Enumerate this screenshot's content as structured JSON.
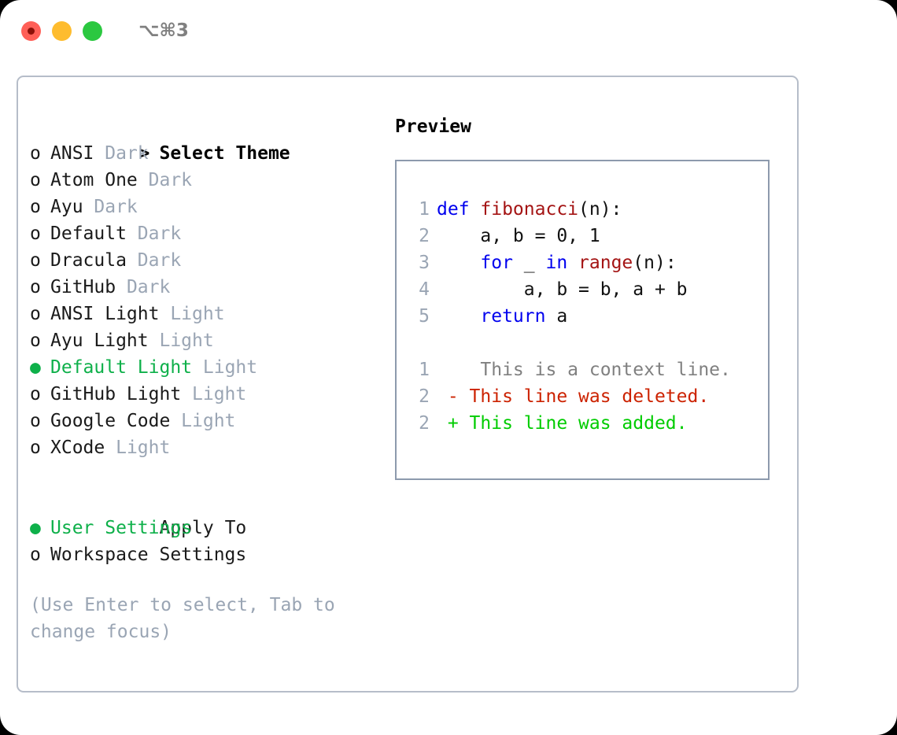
{
  "titlebar": {
    "shortcut": "⌥⌘3",
    "buttons": {
      "close": "close",
      "minimize": "minimize",
      "maximize": "maximize"
    }
  },
  "theme_picker": {
    "heading_marker": ">",
    "heading": "Select Theme",
    "unselected_marker": "o",
    "selected_marker": "●",
    "items": [
      {
        "name": "ANSI",
        "variant": "Dark",
        "selected": false
      },
      {
        "name": "Atom One",
        "variant": "Dark",
        "selected": false
      },
      {
        "name": "Ayu",
        "variant": "Dark",
        "selected": false
      },
      {
        "name": "Default",
        "variant": "Dark",
        "selected": false
      },
      {
        "name": "Dracula",
        "variant": "Dark",
        "selected": false
      },
      {
        "name": "GitHub",
        "variant": "Dark",
        "selected": false
      },
      {
        "name": "ANSI Light",
        "variant": "Light",
        "selected": false
      },
      {
        "name": "Ayu Light",
        "variant": "Light",
        "selected": false
      },
      {
        "name": "Default Light",
        "variant": "Light",
        "selected": true
      },
      {
        "name": "GitHub Light",
        "variant": "Light",
        "selected": false
      },
      {
        "name": "Google Code",
        "variant": "Light",
        "selected": false
      },
      {
        "name": "XCode",
        "variant": "Light",
        "selected": false
      }
    ]
  },
  "apply_to": {
    "heading": "Apply To",
    "items": [
      {
        "name": "User Settings",
        "selected": true
      },
      {
        "name": "Workspace Settings",
        "selected": false
      }
    ]
  },
  "hint": "(Use Enter to select, Tab to change focus)",
  "preview": {
    "title": "Preview",
    "code_lines": [
      {
        "num": "1",
        "tokens": [
          {
            "t": "def ",
            "c": "kw"
          },
          {
            "t": "fibonacci",
            "c": "fn"
          },
          {
            "t": "(n):",
            "c": "txt"
          }
        ]
      },
      {
        "num": "2",
        "tokens": [
          {
            "t": "    a, b = 0, 1",
            "c": "txt"
          }
        ]
      },
      {
        "num": "3",
        "tokens": [
          {
            "t": "    ",
            "c": "txt"
          },
          {
            "t": "for",
            "c": "kw"
          },
          {
            "t": " _ ",
            "c": "txt"
          },
          {
            "t": "in",
            "c": "kw"
          },
          {
            "t": " ",
            "c": "txt"
          },
          {
            "t": "range",
            "c": "fn"
          },
          {
            "t": "(n):",
            "c": "txt"
          }
        ]
      },
      {
        "num": "4",
        "tokens": [
          {
            "t": "        a, b = b, a + b",
            "c": "txt"
          }
        ]
      },
      {
        "num": "5",
        "tokens": [
          {
            "t": "    ",
            "c": "txt"
          },
          {
            "t": "return",
            "c": "kw"
          },
          {
            "t": " a",
            "c": "txt"
          }
        ]
      }
    ],
    "diff_lines": [
      {
        "num": "1",
        "sign": " ",
        "text": "  This is a context line.",
        "kind": "ctx"
      },
      {
        "num": "2",
        "sign": "-",
        "text": " This line was deleted.",
        "kind": "del"
      },
      {
        "num": "2",
        "sign": "+",
        "text": " This line was added.",
        "kind": "add"
      }
    ]
  },
  "colors": {
    "selected_green": "#0eb04a",
    "dim_gray": "#9aa5b4",
    "keyword_blue": "#0000ee",
    "function_red": "#a41414",
    "diff_deleted": "#cc2200",
    "diff_added": "#00cc00",
    "panel_border": "#b6bdc9",
    "preview_border": "#8d9aad"
  }
}
